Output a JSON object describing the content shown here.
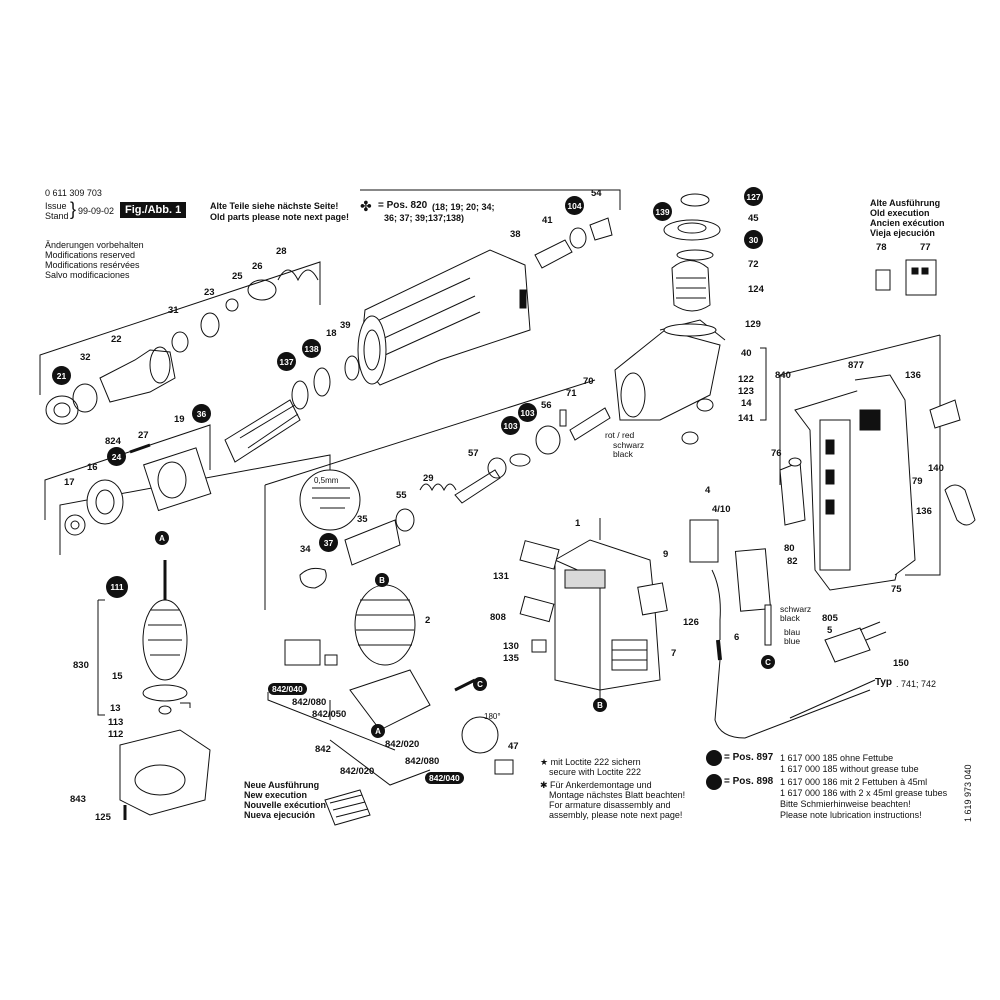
{
  "header": {
    "order_no": "0 611 309 703",
    "issue_label": "Issue",
    "stand_label": "Stand",
    "issue_date": "99-09-02",
    "fig_tag": "Fig./Abb. 1",
    "old_parts_de": "Alte Teile siehe nächste Seite!",
    "old_parts_en": "Old parts please note next page!",
    "pos_symbol": "✤",
    "pos_820": "= Pos. 820",
    "pos_820_list_1": "(18; 19; 20; 34;",
    "pos_820_list_2": "36; 37; 39;137;138)"
  },
  "modifications": [
    "Änderungen vorbehalten",
    "Modifications reserved",
    "Modifications resérvées",
    "Salvo modificaciones"
  ],
  "old_execution": [
    "Alte Ausführung",
    "Old execution",
    "Ancien exécution",
    "Vieja ejecución"
  ],
  "new_execution": [
    "Neue Ausführung",
    "New execution",
    "Nouvelle exécution",
    "Nueva ejecución"
  ],
  "notes": {
    "loctite": [
      "★ mit Loctite 222 sichern",
      "secure with Loctite 222"
    ],
    "armature": [
      "✱ Für Ankerdemontage und",
      "Montage nächstes Blatt beachten!",
      "For armature disassembly and",
      "assembly, please note next page!"
    ],
    "pos_897": "= Pos. 897",
    "pos_897_lines": [
      "1 617 000 185 ohne Fettube",
      "1 617 000 185 without grease tube"
    ],
    "pos_898": "= Pos. 898",
    "pos_898_lines": [
      "1 617 000 186 mit 2 Fettuben à 45ml",
      "1 617 000 186 with 2 x 45ml grease tubes",
      "Bitte Schmierhinweise beachten!",
      "Please note lubrication instructions!"
    ],
    "typ": "Typ",
    "typ_values": ". 741; 742"
  },
  "sheet_no": "1 619 973 040",
  "wire_labels": {
    "rot_red": "rot / red",
    "schwarz_black": "schwarz\nblack",
    "schwarz_black2": "schwarz\nblack",
    "blau_blue": "blau\nblue",
    "gap": "0,5mm",
    "angle": "180°"
  },
  "letters": {
    "A": "A",
    "B": "B",
    "C": "C"
  },
  "callouts": [
    "21",
    "24",
    "36",
    "37",
    "103",
    "104",
    "111",
    "127",
    "137",
    "138",
    "139",
    "30"
  ],
  "pills": [
    "842/040",
    "842/080",
    "842/050",
    "842/020",
    "842/080",
    "842/020",
    "842/040"
  ],
  "part_labels": [
    "54",
    "41",
    "38",
    "28",
    "26",
    "25",
    "23",
    "31",
    "22",
    "32",
    "18",
    "39",
    "29",
    "57",
    "55",
    "35",
    "34",
    "824",
    "27",
    "19",
    "16",
    "17",
    "56",
    "71",
    "70",
    "72",
    "124",
    "129",
    "45",
    "40",
    "122",
    "123",
    "14",
    "141",
    "840",
    "78",
    "77",
    "877",
    "136",
    "76",
    "79",
    "140",
    "136",
    "75",
    "1",
    "9",
    "131",
    "808",
    "130",
    "135",
    "2",
    "4",
    "4/10",
    "80",
    "82",
    "6",
    "7",
    "126",
    "805",
    "5",
    "150",
    "830",
    "15",
    "13",
    "113",
    "112",
    "843",
    "125",
    "842",
    "47"
  ],
  "colors": {
    "ink": "#111111",
    "paper": "#ffffff",
    "shade": "#d9d9d9"
  }
}
